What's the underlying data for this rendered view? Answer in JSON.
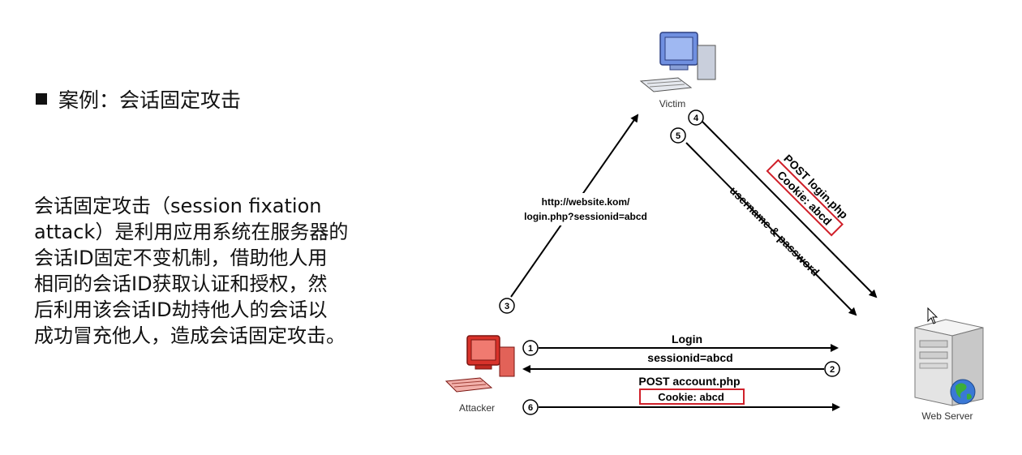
{
  "heading": {
    "bullet": "■",
    "text": "案例：会话固定攻击"
  },
  "description": {
    "lines": [
      "会话固定攻击（session fixation",
      "attack）是利用应用系统在服务器的",
      "会话ID固定不变机制，借助他人用",
      "相同的会话ID获取认证和授权，然",
      "后利用该会话ID劫持他人的会话以",
      "成功冒充他人，造成会话固定攻击。"
    ]
  },
  "diagram": {
    "nodes": {
      "victim": "Victim",
      "attacker": "Attacker",
      "server": "Web Server"
    },
    "step_numbers": [
      "1",
      "2",
      "3",
      "4",
      "5",
      "6"
    ],
    "link_label": {
      "line1": "http://website.kom/",
      "line2": "login.php?sessionid=abcd"
    },
    "login_label": "Login",
    "sessionid_label": "sessionid=abcd",
    "post_account_label": "POST account.php",
    "cookie_attacker_label": "Cookie: abcd",
    "post_login_label": "POST login.php",
    "cookie_victim_label": "Cookie: abcd",
    "credentials_label": "username & password",
    "colors": {
      "monitor_victim": "#5b7fd6",
      "monitor_attacker": "#d8322a",
      "highlight_box": "#d0202a",
      "server_body": "#e8e8e8"
    }
  }
}
